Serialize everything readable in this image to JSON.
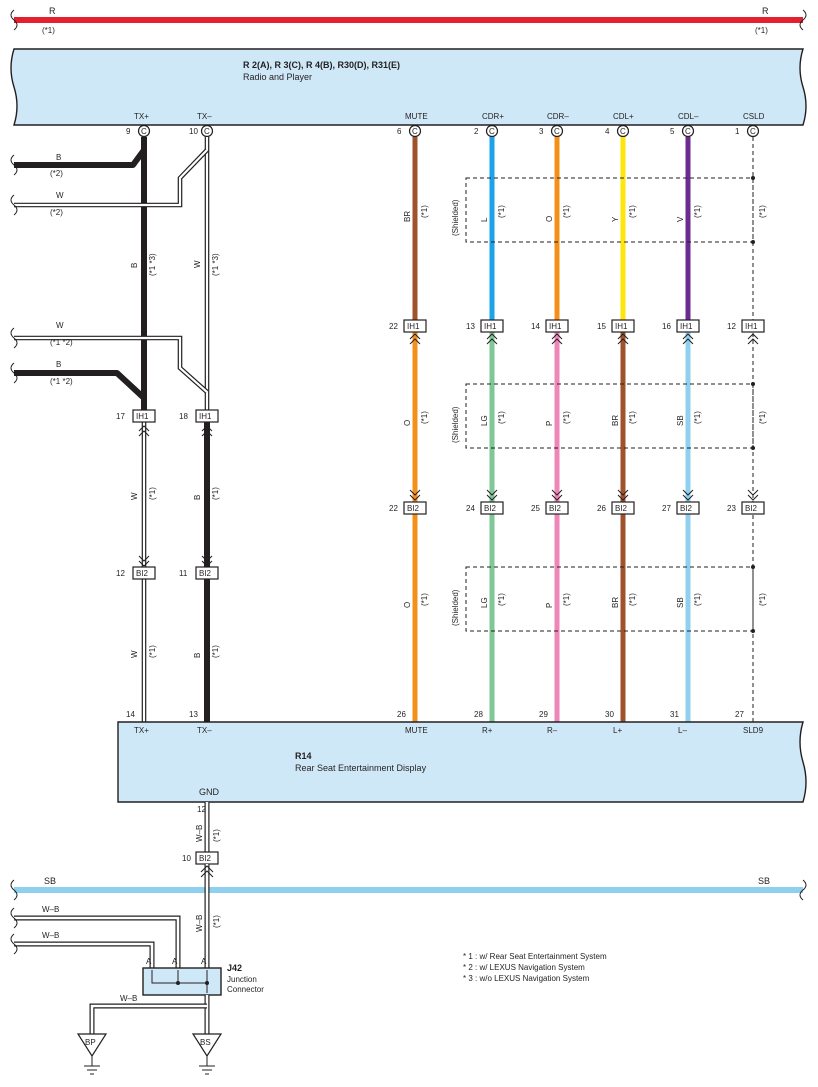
{
  "top_bus": {
    "label": "R",
    "note": "(*1)",
    "color": "#e5202e"
  },
  "bottom_bus": {
    "label": "SB",
    "color": "#8fd0ef"
  },
  "radio": {
    "id": "R 2(A), R 3(C), R 4(B), R30(D), R31(E)",
    "name": "Radio and Player",
    "pins": [
      {
        "name": "TX+",
        "num": "9",
        "conn": "C"
      },
      {
        "name": "TX–",
        "num": "10",
        "conn": "C"
      },
      {
        "name": "MUTE",
        "num": "6",
        "conn": "C"
      },
      {
        "name": "CDR+",
        "num": "2",
        "conn": "C"
      },
      {
        "name": "CDR–",
        "num": "3",
        "conn": "C"
      },
      {
        "name": "CDL+",
        "num": "4",
        "conn": "C"
      },
      {
        "name": "CDL–",
        "num": "5",
        "conn": "C"
      },
      {
        "name": "CSLD",
        "num": "1",
        "conn": "C"
      }
    ]
  },
  "display": {
    "id": "R14",
    "name": "Rear Seat Entertainment Display",
    "gnd_label": "GND",
    "gnd_pin": "12",
    "pins": [
      {
        "name": "TX+",
        "num": "14"
      },
      {
        "name": "TX–",
        "num": "13"
      },
      {
        "name": "MUTE",
        "num": "26"
      },
      {
        "name": "R+",
        "num": "28"
      },
      {
        "name": "R–",
        "num": "29"
      },
      {
        "name": "L+",
        "num": "30"
      },
      {
        "name": "L–",
        "num": "31"
      },
      {
        "name": "SLD9",
        "num": "27"
      }
    ]
  },
  "connectors": {
    "ih1": {
      "label": "IH1",
      "pins_upper": [
        "22",
        "13",
        "14",
        "15",
        "16",
        "12"
      ],
      "pins_left": [
        "17",
        "18"
      ]
    },
    "bi2_audio": {
      "label": "BI2",
      "pins": [
        "22",
        "24",
        "25",
        "26",
        "27",
        "23"
      ]
    },
    "bi2_tx": {
      "label": "BI2",
      "pins": [
        "12",
        "11"
      ]
    },
    "bi2_gnd": {
      "label": "BI2",
      "pin": "10"
    }
  },
  "wires": {
    "upper_colors": [
      "BR",
      "L",
      "O",
      "Y",
      "V"
    ],
    "middle_colors": [
      "O",
      "LG",
      "P",
      "BR",
      "SB"
    ],
    "lower_colors": [
      "O",
      "LG",
      "P",
      "BR",
      "SB"
    ],
    "tx_upper": [
      "B",
      "W"
    ],
    "tx_middle": [
      "W",
      "B"
    ],
    "tx_lower": [
      "W",
      "B"
    ],
    "tx_upper_note": "(*1 *3)",
    "left_feeds": [
      {
        "color": "B",
        "note": "(*2)"
      },
      {
        "color": "W",
        "note": "(*2)"
      },
      {
        "color": "W",
        "note": "(*1 *2)"
      },
      {
        "color": "B",
        "note": "(*1 *2)"
      }
    ],
    "gnd_wire": "W–B",
    "note": "(*1)",
    "shielded": "(Shielded)"
  },
  "junction": {
    "id": "J42",
    "name_line1": "Junction",
    "name_line2": "Connector",
    "pin": "A",
    "feeds": [
      "W–B",
      "W–B"
    ],
    "ground_wire": "W–B"
  },
  "grounds": [
    "BP",
    "BS"
  ],
  "wire_colors": {
    "black": "#231f20",
    "white": "#ffffff",
    "brown": "#a0522d",
    "blue": "#1aa3e8",
    "orange": "#f39019",
    "yellow": "#fde60b",
    "violet": "#6a2c91",
    "lightgreen": "#7fc796",
    "pink": "#ef86b8",
    "skyblue": "#8fd0ef",
    "red": "#e5202e"
  },
  "legend": [
    "* 1 : w/ Rear Seat Entertainment System",
    "* 2 : w/ LEXUS Navigation System",
    "* 3 : w/o LEXUS Navigation System"
  ]
}
